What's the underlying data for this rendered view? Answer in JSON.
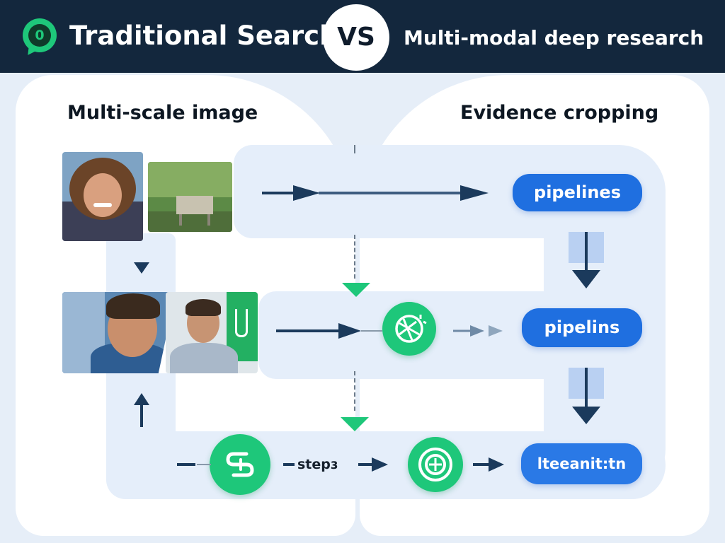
{
  "header": {
    "logo_glyph": "0",
    "title_left": "Traditional Search",
    "vs_label": "VS",
    "title_right": "Multi-modal deep research"
  },
  "left_section": {
    "title": "Multi-scale image",
    "photos": [
      {
        "name": "curly-haired-child-photo"
      },
      {
        "name": "park-bench-photo"
      },
      {
        "name": "young-man-portrait-photo"
      },
      {
        "name": "man-in-office-photo"
      }
    ]
  },
  "right_section": {
    "title": "Evidence cropping",
    "pills": [
      "pipelines",
      "pipelins",
      "lteeanit:tn"
    ]
  },
  "flow": {
    "steps_label": "stepɜ"
  },
  "icons": {
    "logo": "search-bubble-icon",
    "crop": "crop-icon",
    "link": "link-icon",
    "target": "target-icon",
    "download": "download-icon"
  },
  "colors": {
    "header_bg": "#13273d",
    "accent_green": "#1ec77a",
    "accent_blue": "#1f6fe0",
    "arrow_dark": "#1b3a5c",
    "band_bg": "#e5eefa"
  }
}
